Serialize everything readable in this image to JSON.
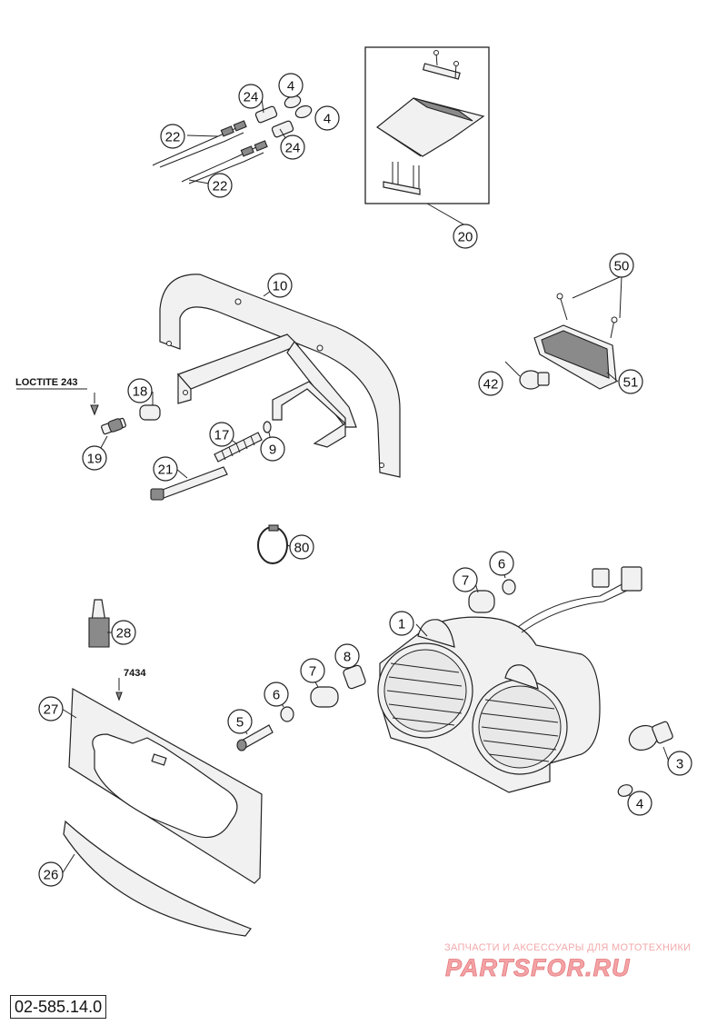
{
  "callouts": [
    {
      "id": "c4a",
      "text": "4"
    },
    {
      "id": "c24a",
      "text": "24"
    },
    {
      "id": "c4b",
      "text": "4"
    },
    {
      "id": "c22a",
      "text": "22"
    },
    {
      "id": "c24b",
      "text": "24"
    },
    {
      "id": "c22b",
      "text": "22"
    },
    {
      "id": "c20",
      "text": "20"
    },
    {
      "id": "c10",
      "text": "10"
    },
    {
      "id": "c50",
      "text": "50"
    },
    {
      "id": "c42",
      "text": "42"
    },
    {
      "id": "c51",
      "text": "51"
    },
    {
      "id": "c18",
      "text": "18"
    },
    {
      "id": "c17",
      "text": "17"
    },
    {
      "id": "c9",
      "text": "9"
    },
    {
      "id": "c19",
      "text": "19"
    },
    {
      "id": "c21",
      "text": "21"
    },
    {
      "id": "c80",
      "text": "80"
    },
    {
      "id": "c7a",
      "text": "7"
    },
    {
      "id": "c6a",
      "text": "6"
    },
    {
      "id": "c1",
      "text": "1"
    },
    {
      "id": "c28",
      "text": "28"
    },
    {
      "id": "c8",
      "text": "8"
    },
    {
      "id": "c7b",
      "text": "7"
    },
    {
      "id": "c6b",
      "text": "6"
    },
    {
      "id": "c27",
      "text": "27"
    },
    {
      "id": "c5",
      "text": "5"
    },
    {
      "id": "c3",
      "text": "3"
    },
    {
      "id": "c4c",
      "text": "4"
    },
    {
      "id": "c26",
      "text": "26"
    }
  ],
  "notes": {
    "loctite": "LOCTITE 243",
    "code_7434": "7434"
  },
  "watermark": {
    "tagline": "ЗАПЧАСТИ И АКСЕССУАРЫ ДЛЯ МОТОТЕХНИКИ",
    "brand": "PARTSFOR.RU"
  },
  "document_code": "02-585.14.0"
}
